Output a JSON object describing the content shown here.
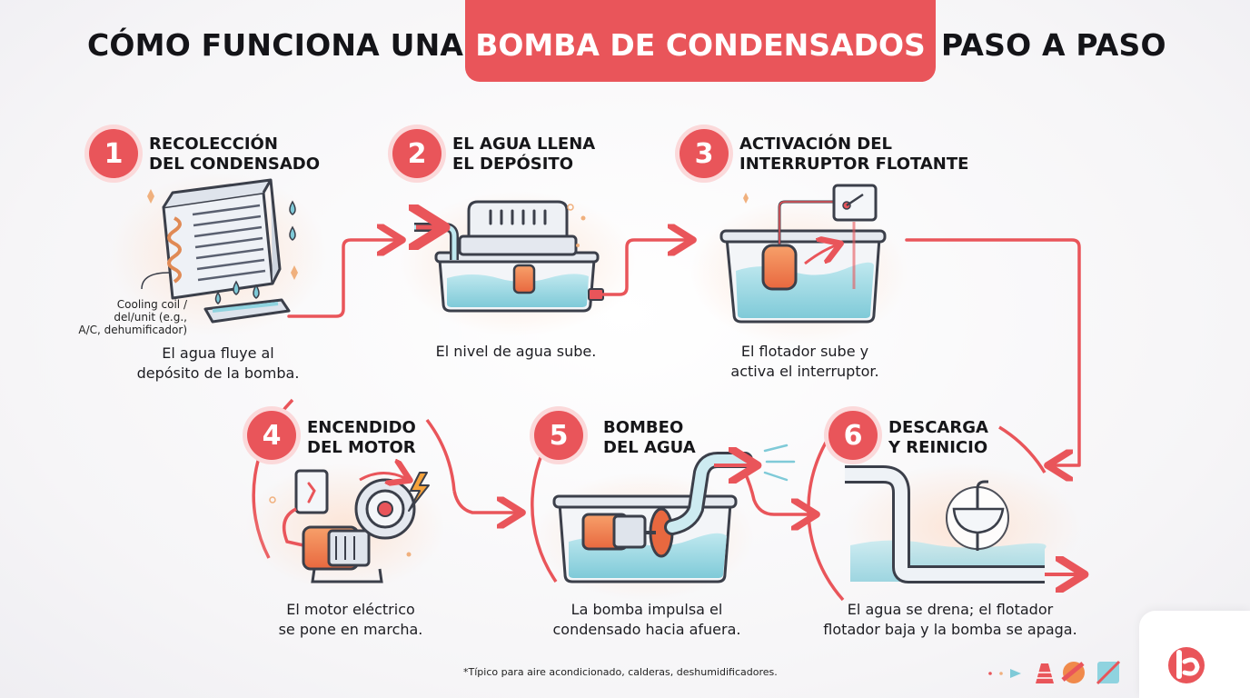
{
  "header": {
    "title_left": "CÓMO FUNCIONA UNA",
    "title_highlight": "BOMBA DE CONDENSADOS",
    "title_right": "PASO A PASO"
  },
  "steps": [
    {
      "number": "1",
      "title_line1": "RECOLECCIÓN",
      "title_line2": "DEL CONDENSADO",
      "caption_line1": "El agua fluye al",
      "caption_line2": "depósito de la bomba."
    },
    {
      "number": "2",
      "title_line1": "EL AGUA LLENA",
      "title_line2": "EL DEPÓSITO",
      "caption_line1": "El nivel de agua sube.",
      "caption_line2": ""
    },
    {
      "number": "3",
      "title_line1": "ACTIVACIÓN DEL",
      "title_line2": "INTERRUPTOR FLOTANTE",
      "caption_line1": "El flotador sube y",
      "caption_line2": "activa el interruptor."
    },
    {
      "number": "4",
      "title_line1": "ENCENDIDO",
      "title_line2": "DEL MOTOR",
      "caption_line1": "El motor eléctrico",
      "caption_line2": "se pone en marcha."
    },
    {
      "number": "5",
      "title_line1": "BOMBEO",
      "title_line2": "DEL AGUA",
      "caption_line1": "La bomba impulsa el",
      "caption_line2": "condensado hacia afuera."
    },
    {
      "number": "6",
      "title_line1": "DESCARGA",
      "title_line2": "Y REINICIO",
      "caption_line1": "El agua se drena; el flotador",
      "caption_line2": "flotador baja y la bomba se apaga."
    }
  ],
  "coil_note": {
    "line1": "Cooling coil /",
    "line2": "del/unit (e.g.,",
    "line3": "A/C, dehumificador)"
  },
  "footnote": "*Típico para aire acondicionado, calderas, deshumidificadores.",
  "colors": {
    "accent": "#e9555a",
    "accent_soft": "#fbd9da",
    "water": "#8fd3df",
    "line_dark": "#3b3f4a",
    "float_orange": "#f08a4b"
  },
  "icons": [
    "cooling-coil-icon",
    "pump-tank-icon",
    "float-switch-icon",
    "motor-icon",
    "impeller-icon",
    "sink-icon",
    "logo-icon"
  ]
}
